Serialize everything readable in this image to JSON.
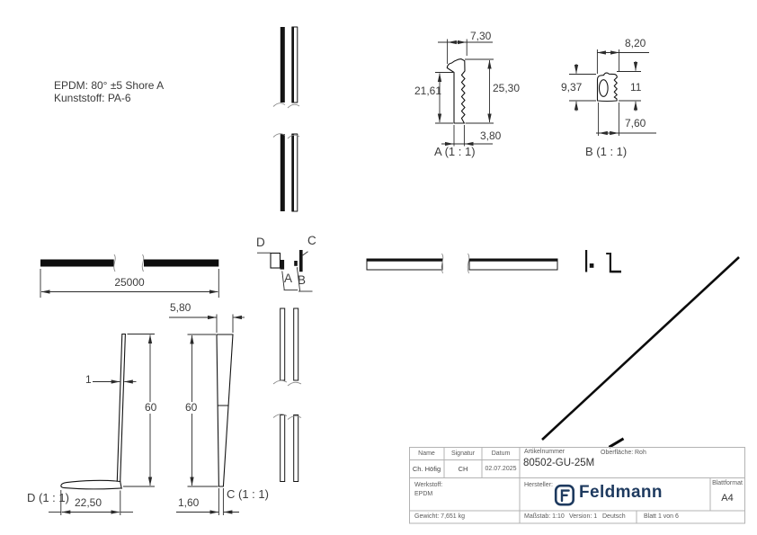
{
  "drawing": {
    "material_note": {
      "line1": "EPDM: 80° ±5 Shore A",
      "line2": "Kunststoff: PA-6"
    },
    "length_dimension": "25000",
    "details": {
      "a": {
        "label": "A (1 : 1)",
        "dim_top": "7,30",
        "dim_left": "21,61",
        "dim_right": "25,30",
        "dim_bottom": "3,80"
      },
      "b": {
        "label": "B (1 : 1)",
        "dim_top": "8,20",
        "dim_left": "9,37",
        "dim_right": "11",
        "dim_bottom": "7,60"
      },
      "c": {
        "label": "C (1 : 1)",
        "dim_top": "5,80",
        "dim_height": "60",
        "dim_bottom": "1,60"
      },
      "d": {
        "label": "D (1 : 1)",
        "dim_thickness": "1",
        "dim_height": "60",
        "dim_bottom": "22,50"
      }
    },
    "section_markers": {
      "a": "A",
      "b": "B",
      "c": "C",
      "d": "D"
    }
  },
  "title_block": {
    "labels": {
      "name": "Name",
      "signatur": "Signatur",
      "datum": "Datum",
      "artikelnummer": "Artikelnummer",
      "oberflaeche": "Oberfläche:",
      "werkstoff": "Werkstoff:",
      "hersteller": "Hersteller:",
      "blattformat": "Blattformat"
    },
    "values": {
      "name": "Ch. Höfig",
      "signatur": "CH",
      "datum": "02.07.2025",
      "artikelnummer": "80502-GU-25M",
      "oberflaeche": "Roh",
      "werkstoff": "EPDM",
      "blattformat": "A4"
    },
    "footer": {
      "gewicht": "Gewicht: 7,651 kg",
      "massstab": "Maßstab: 1:10",
      "version": "Version: 1",
      "sprache": "Deutsch",
      "blatt": "Blatt 1 von 6"
    },
    "logo": {
      "text": "Feldmann",
      "color": "#1e3a5f"
    }
  },
  "colors": {
    "line": "#161616",
    "dim_line": "#2b2b2b",
    "grid": "#b3b3b3"
  }
}
